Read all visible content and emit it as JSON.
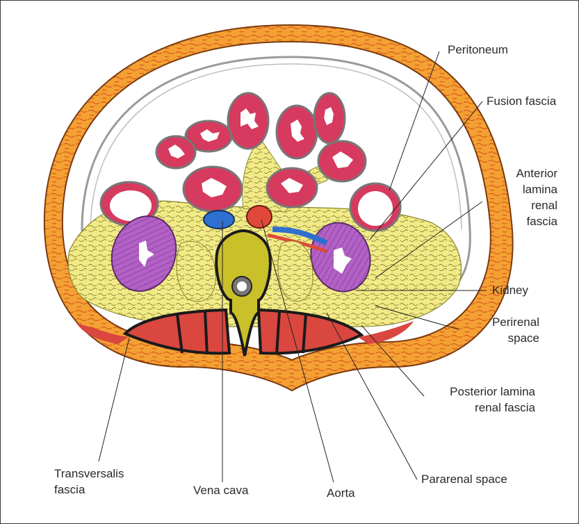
{
  "labels": {
    "peritoneum": "Peritoneum",
    "fusion_fascia": "Fusion fascia",
    "anterior_lamina_1": "Anterior",
    "anterior_lamina_2": "lamina",
    "anterior_lamina_3": "renal",
    "anterior_lamina_4": "fascia",
    "kidney": "Kidney",
    "perirenal_1": "Perirenal",
    "perirenal_2": "space",
    "posterior_lamina_1": "Posterior lamina",
    "posterior_lamina_2": "renal fascia",
    "pararenal_space": "Pararenal space",
    "transversalis_1": "Transversalis",
    "transversalis_2": "fascia",
    "vena_cava": "Vena cava",
    "aorta": "Aorta"
  },
  "colors": {
    "body_wall": "#f3a133",
    "body_wall_vessels": "#d64a1c",
    "fat": "#f2ea86",
    "muscle": "#d9473f",
    "kidney": "#a64fb8",
    "bowel": "#d63a5e",
    "vena_cava": "#2f6fd0",
    "aorta": "#e0493a",
    "vertebra": "#c9c02a",
    "outline": "#1a1a1a",
    "peritoneum": "#9a9a9a"
  }
}
